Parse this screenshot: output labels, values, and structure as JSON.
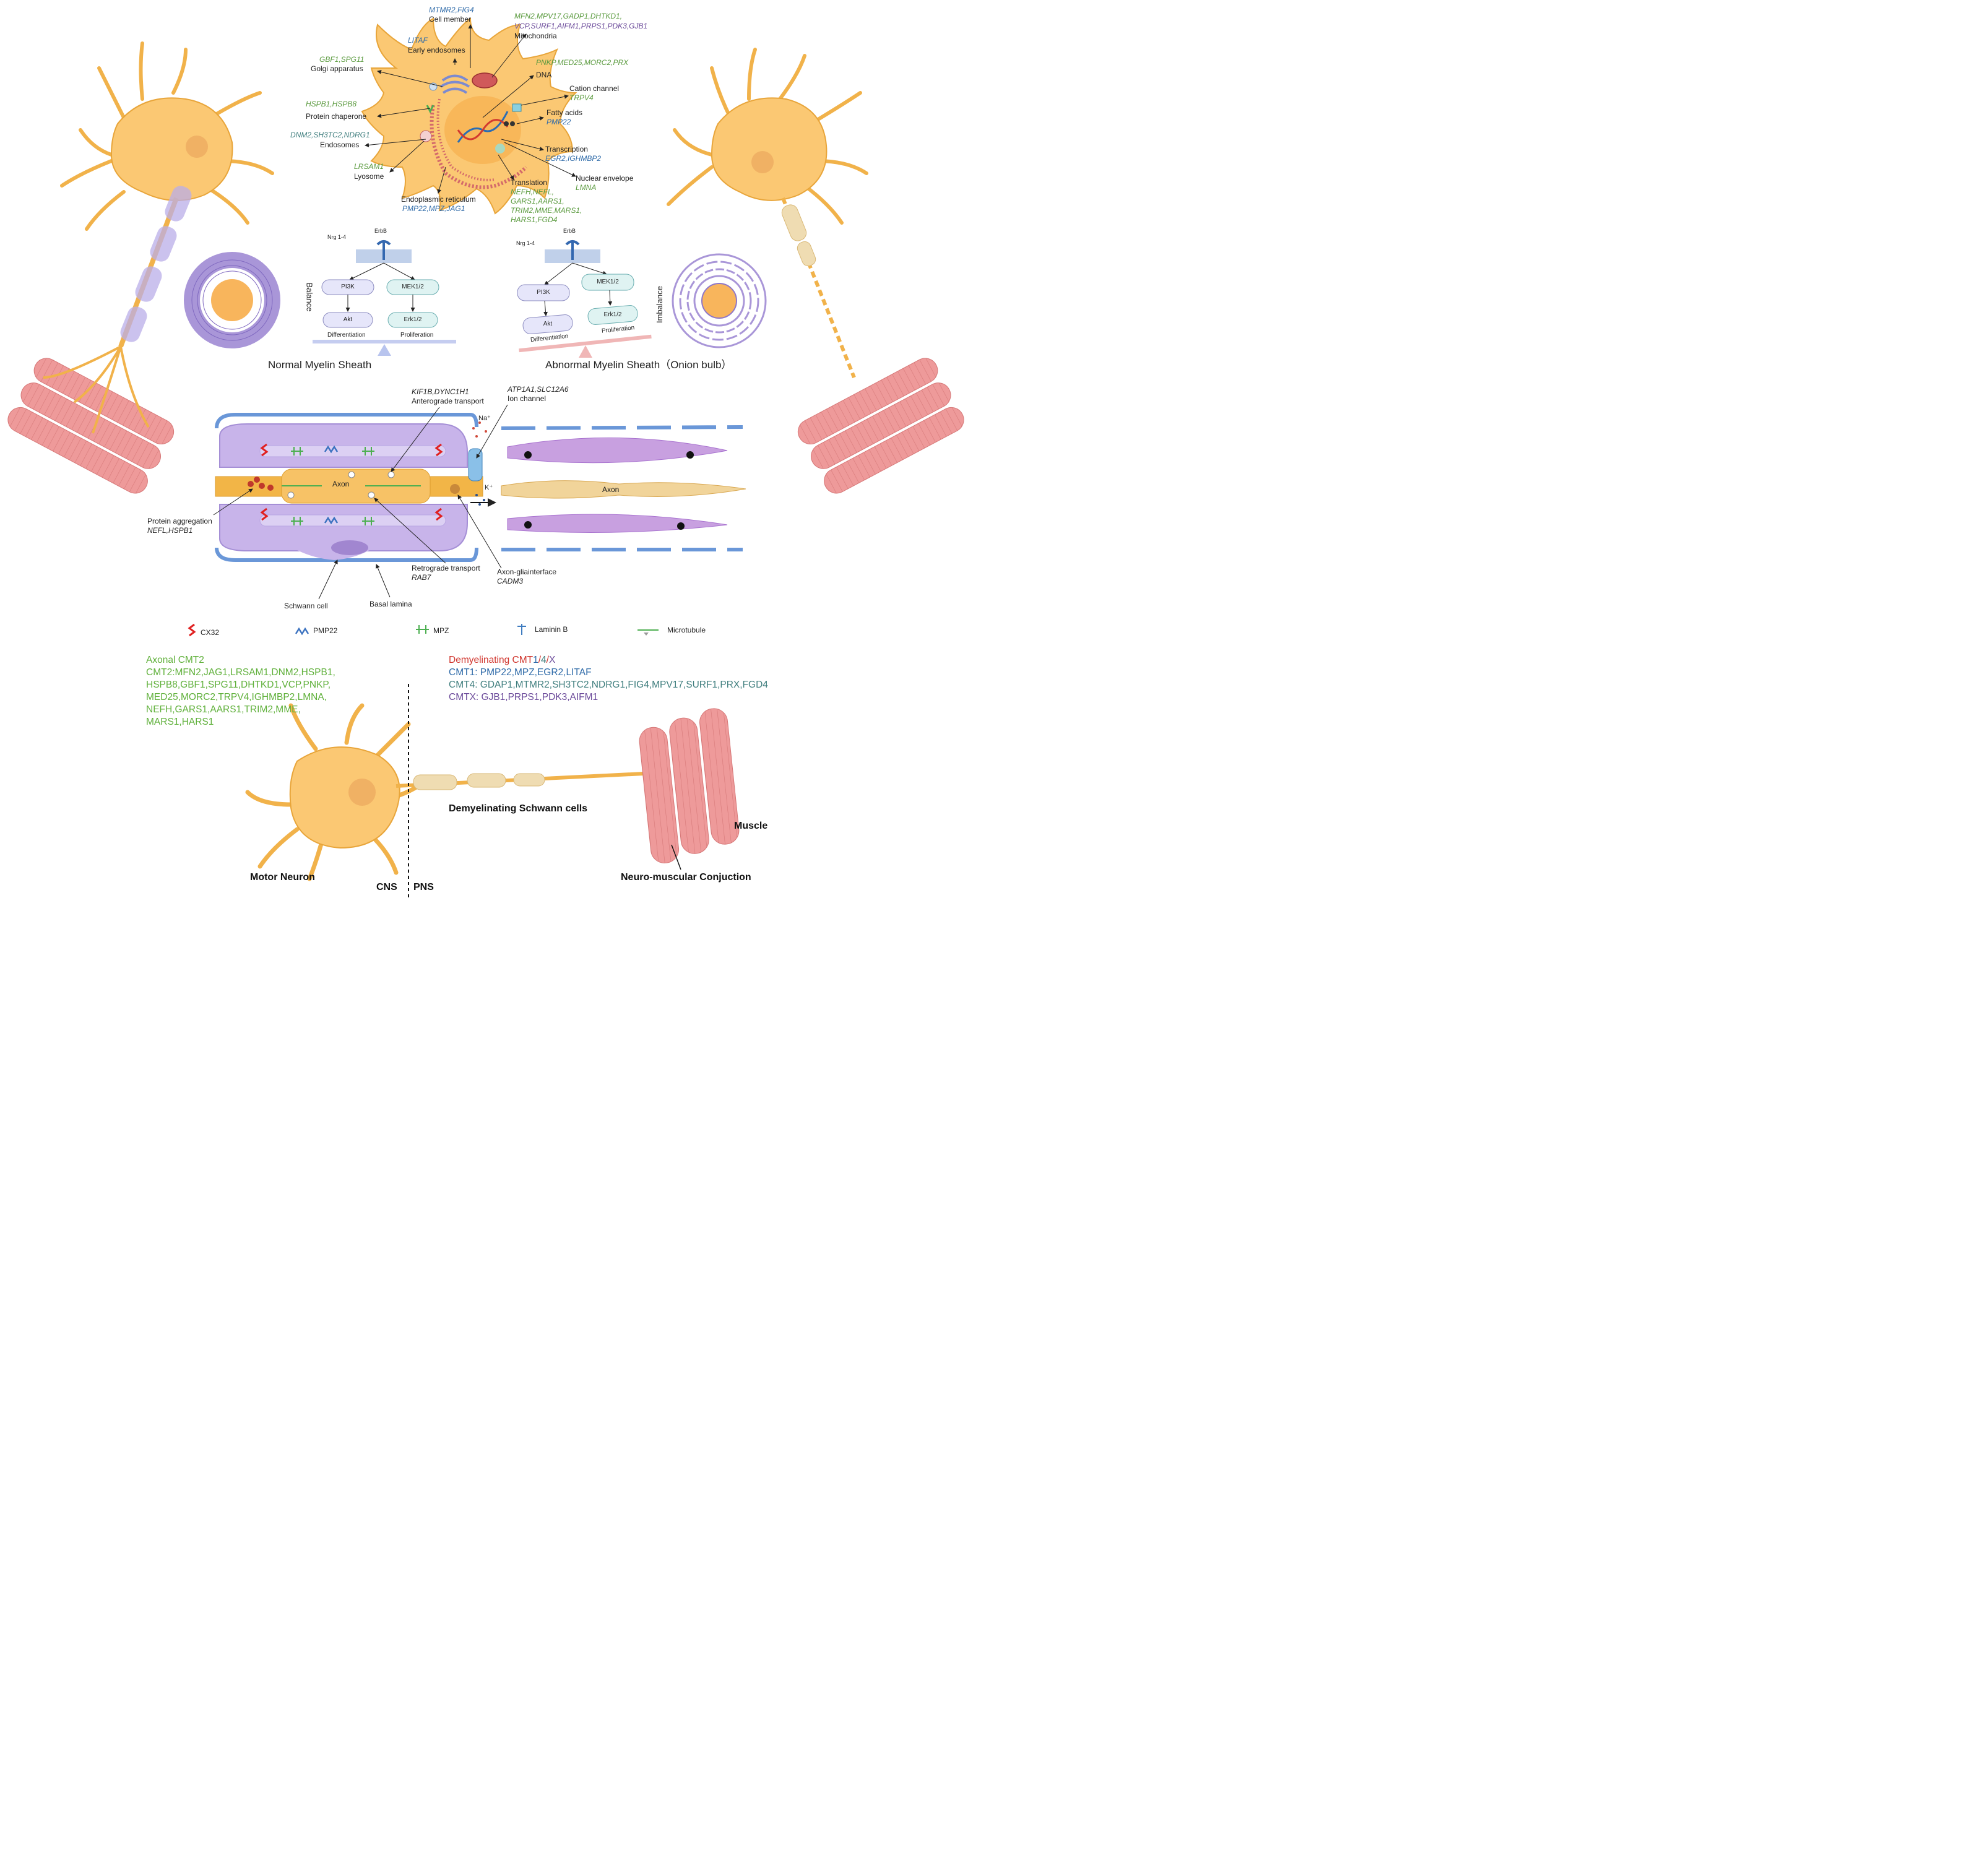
{
  "cell": {
    "cell_member_genes": "MTMR2,FIG4",
    "cell_member": "Cell member",
    "mito_genes_1": "MFN2,MPV17,GADP1,DHTKD1,",
    "mito_genes_2": "VCP,SURF1,AIFM1,PRPS1,PDK3,GJB1",
    "mitochondria": "Mitochondria",
    "early_endo_genes": "LITAF",
    "early_endosomes": "Early endosomes",
    "golgi_genes": "GBF1,SPG11",
    "golgi": "Golgi apparatus",
    "dna_genes": "PNKP,MED25,MORC2,PRX",
    "dna": "DNA",
    "chaperone_genes": "HSPB1,HSPB8",
    "chaperone": "Protein chaperone",
    "cation": "Cation channel",
    "cation_genes": "TRPV4",
    "fatty": "Fatty acids",
    "fatty_genes": "PMP22",
    "endosome_genes": "DNM2,SH3TC2,NDRG1",
    "endosomes": "Endosomes",
    "transcription": "Transcription",
    "transcription_genes": "EGR2,IGHMBP2",
    "lysosome_genes": "LRSAM1",
    "lysosome": "Lyosome",
    "nuclear_env": "Nuclear envelope",
    "nuclear_env_genes": "LMNA",
    "translation": "Translation",
    "translation_genes_1": "NEFH,NEFL,",
    "translation_genes_2": "GARS1,AARS1,",
    "translation_genes_3": "TRIM2,MME,MARS1,",
    "translation_genes_4": "HARS1,FGD4",
    "er": "Endoplasmic reticulum",
    "er_genes": "PMP22,MPZ,JAG1"
  },
  "signaling": {
    "nrg": "Nrg 1-4",
    "erbb": "ErbB",
    "pi3k": "PI3K",
    "mek": "MEK1/2",
    "akt": "Akt",
    "erk": "Erk1/2",
    "differentiation": "Differentiation",
    "proliferation": "Proliferation",
    "balance": "Balance",
    "imbalance": "Imbalance"
  },
  "sheath": {
    "normal": "Normal Myelin Sheath",
    "abnormal": "Abnormal Myelin Sheath（Onion bulb）"
  },
  "axon": {
    "antero_genes": "KIF1B,DYNC1H1",
    "antero": "Anterograde transport",
    "ion_genes": "ATP1A1,SLC12A6",
    "ion": "Ion channel",
    "na": "Na⁺",
    "k": "K⁺",
    "axon": "Axon",
    "agg": "Protein aggregation",
    "agg_genes": "NEFL,HSPB1",
    "retro": "Retrograde transport",
    "retro_genes": "RAB7",
    "interface": "Axon-gliainterface",
    "interface_genes": "CADM3",
    "schwann": "Schwann cell",
    "basal": "Basal lamina"
  },
  "legend": {
    "cx32": "CX32",
    "pmp22": "PMP22",
    "mpz": "MPZ",
    "laminin": "Laminin B",
    "microtubule": "Microtubule"
  },
  "cmt2": {
    "title": "Axonal CMT2",
    "lines": [
      "CMT2:MFN2,JAG1,LRSAM1,DNM2,HSPB1,",
      "HSPB8,GBF1,SPG11,DHTKD1,VCP,PNKP,",
      "MED25,MORC2,TRPV4,IGHMBP2,LMNA,",
      "NEFH,GARS1,AARS1,TRIM2,MME,",
      "MARS1,HARS1"
    ]
  },
  "cmt1": {
    "title_a": "Demyelinating CMT",
    "title_1": "1",
    "title_s1": "/",
    "title_4": "4",
    "title_s2": "/",
    "title_x": "X",
    "cmt1": "CMT1: PMP22,MPZ,EGR2,LITAF",
    "cmt4": "CMT4: GDAP1,MTMR2,SH3TC2,NDRG1,FIG4,MPV17,SURF1,PRX,FGD4",
    "cmtx": "CMTX: GJB1,PRPS1,PDK3,AIFM1"
  },
  "bottom": {
    "motor": "Motor Neuron",
    "cns": "CNS",
    "pns": "PNS",
    "demyel": "Demyelinating Schwann cells",
    "muscle": "Muscle",
    "nmj": "Neuro-muscular Conjuction"
  },
  "colors": {
    "neuron": "#f7b74a",
    "neuron_fill": "#fbc873",
    "myelin": "#a996d8",
    "muscle": "#ee9a9a",
    "cmt2": "#5fb03a",
    "cmt_red": "#d0342c",
    "cmt1_blue": "#2e6aa8",
    "cmt4_teal": "#3f7e7e",
    "cmtx_purple": "#6b4a9a"
  }
}
